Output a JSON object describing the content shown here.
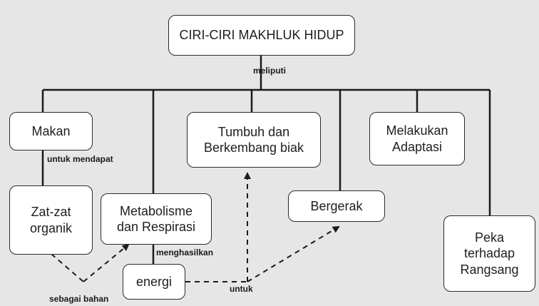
{
  "root": {
    "label": "CIRI-CIRI MAKHLUK HIDUP"
  },
  "nodes": {
    "makan": [
      "Makan"
    ],
    "zat": [
      "Zat-zat",
      "organik"
    ],
    "metabolisme": [
      "Metabolisme",
      "dan Respirasi"
    ],
    "energi": [
      "energi"
    ],
    "tumbuh": [
      "Tumbuh dan",
      "Berkembang biak"
    ],
    "bergerak": [
      "Bergerak"
    ],
    "adaptasi": [
      "Melakukan",
      "Adaptasi"
    ],
    "peka": [
      "Peka",
      "terhadap",
      "Rangsang"
    ]
  },
  "labels": {
    "meliputi": "meliputi",
    "untuk_mendapat": "untuk mendapat",
    "menghasilkan": "menghasilkan",
    "sebagai_bahan": "sebagai bahan",
    "untuk": "untuk"
  },
  "colors": {
    "background": "#e6e6e6",
    "box_fill": "#ffffff",
    "line": "#2b2b2b"
  }
}
